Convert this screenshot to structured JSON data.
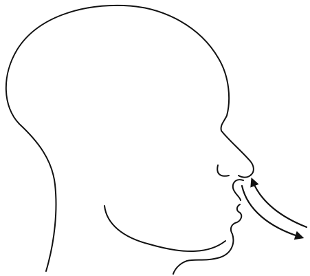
{
  "illustration": {
    "subject": "head-profile-outline",
    "facing": "right",
    "background_color": "#ffffff",
    "stroke_color": "#111111",
    "arrows": [
      {
        "name": "inhale-arrow",
        "direction": "toward-nose"
      },
      {
        "name": "exhale-arrow",
        "direction": "away-from-nose"
      }
    ]
  }
}
